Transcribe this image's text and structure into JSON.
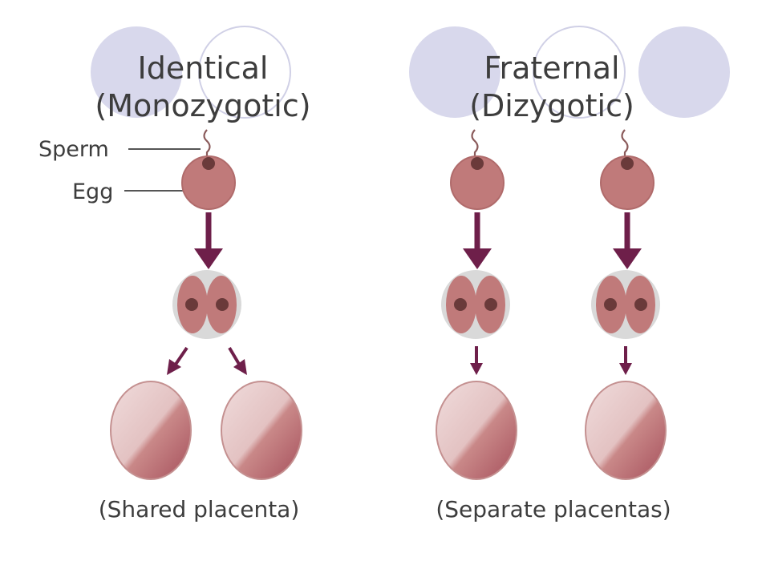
{
  "diagram": {
    "identical": {
      "title_line1": "Identical",
      "title_line2": "(Monozygotic)",
      "caption": "(Shared placenta)"
    },
    "fraternal": {
      "title_line1": "Fraternal",
      "title_line2": "(Dizygotic)",
      "caption": "(Separate placentas)"
    },
    "labels": {
      "sperm": "Sperm",
      "egg": "Egg"
    }
  },
  "colors": {
    "decor_circle": "#d8d8ec",
    "cell_fill": "#c07a7a",
    "cell_stroke": "#b06b6b",
    "nucleus": "#6a3a3a",
    "arrow": "#6e1f4a",
    "split_bg": "#d9d9d9",
    "placenta_light": "#e8cfcf",
    "placenta_dark": "#a95a62",
    "text": "#3d3d3d"
  }
}
